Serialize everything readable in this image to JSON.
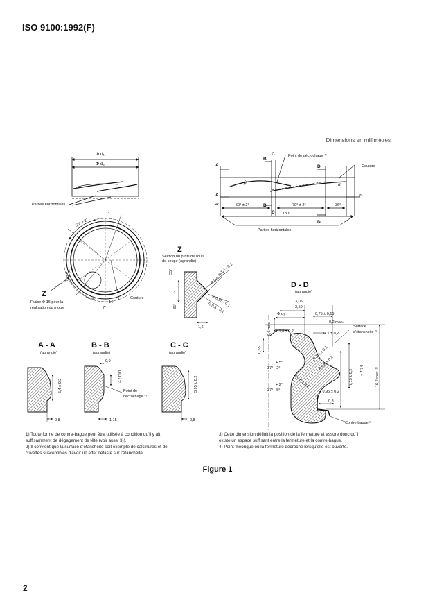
{
  "header": {
    "standard": "ISO 9100:1992(F)"
  },
  "page_number": "2",
  "units_note": "Dimensions en millimètres",
  "figure_caption": "Figure 1",
  "top_left": {
    "phi_d1": "Φ d₁",
    "phi_d2": "Φ d₂",
    "parties_horizontales": "Parties horizontales",
    "angle_50": "50° ± 2°",
    "angle_11": "11°",
    "angle_70": "70° ± 2°",
    "angle_36": "36°",
    "angle_14": "14°",
    "angle_7": "7°",
    "couture": "Couture",
    "z_label": "Z",
    "fraise_line1": "Fraise Φ 16 pour la",
    "fraise_line2": "réalisation du moule"
  },
  "top_right": {
    "A": "A",
    "B": "B",
    "C": "C",
    "D": "D",
    "point_decrochage": "Point de décrochage ⁴⁾",
    "couture": "Couture",
    "beta": "β",
    "alpha": "α",
    "angle_4": "4°",
    "dim_50": "50° ± 2°",
    "dim_70": "70° ± 2°",
    "dim_36": "36°",
    "dim_7": "7°",
    "dim_180": "180°",
    "parties_horizontales": "Parties horizontales"
  },
  "section_z": {
    "title": "Z",
    "subtitle1": "Section du profil de l'outil",
    "subtitle2": "de coupe (agrandie)",
    "angle_35a": "35°",
    "angle_35b": "35°",
    "dim_3": "3",
    "r14": "R 1,4 - 0,1",
    "r06a": "R 0,6 - 0,1",
    "r095": "R 0,95 - 0,1",
    "r06b": "R 0,6 - 0,1",
    "dim_16": "1,6"
  },
  "section_dd": {
    "title": "D - D",
    "subtitle": "(agrandie)",
    "phi_d3": "Φ d₃",
    "dim_305": "3,05",
    "dim_250": "2,50",
    "dim_075": "0,75 ± 0,15",
    "dim_02max": "0,2 max.",
    "r18": "R 1,8 ± 0,2",
    "r1": "R 1 ± 0,2",
    "surface1": "Surface",
    "surface2": "d'étanchéité ²⁾",
    "dim_06min": "0,6 min.",
    "dim_065": "0,65",
    "r14": "R 1,4 ± 0,2",
    "r08a": "R 0,8 ± 0,2",
    "r08b": "R 0,8 ± 0,2",
    "r095": "R 0,95 ± 0,2",
    "ang_37a": "37° - 2°",
    "ang_5a": "+ 5°",
    "ang_37b": "37° - 5°",
    "ang_2b": "+ 2°",
    "dim_715": "7,15 ± 0,2",
    "dim_774": "≈ 7,74",
    "dim_162": "16,2 max. ³⁾",
    "dim_08": "0,8",
    "contre_bague": "Contre-bague ¹⁾"
  },
  "sections_small": {
    "aa_title": "A - A",
    "aa_sub": "(agrandie)",
    "aa_dim1": "5,4 ± 0,2",
    "aa_dim2": "0,8",
    "bb_title": "B - B",
    "bb_sub": "(agrandie)",
    "bb_dim09": "0,9",
    "bb_dim37": "3,7 min.",
    "bb_dim115": "1,15",
    "bb_point1": "Point de",
    "bb_point2": "décrochage ⁴⁾",
    "cc_title": "C - C",
    "cc_sub": "(agrandie)",
    "cc_dim1": "5,95 ± 0,2",
    "cc_dim2": "0,8"
  },
  "notes": {
    "left": [
      "1) Toute forme de contre-bague peut être utilisée à condition qu'il y ait",
      "suffisamment de dégagement de tête (voir aussi 3)).",
      "2) Il convient que la surface d'étanchéité soit exempte de calcinures et de",
      "cuvettes susceptibles d'avoir un effet néfaste sur l'étanchéité."
    ],
    "right": [
      "3) Cette dimension définit la position de la fermeture et assure donc qu'il",
      "existe un espace suffisant entre la fermeture et la contre-bague.",
      "4) Point théorique où la fermeture décroche lorsqu'elle est ouverte."
    ]
  }
}
